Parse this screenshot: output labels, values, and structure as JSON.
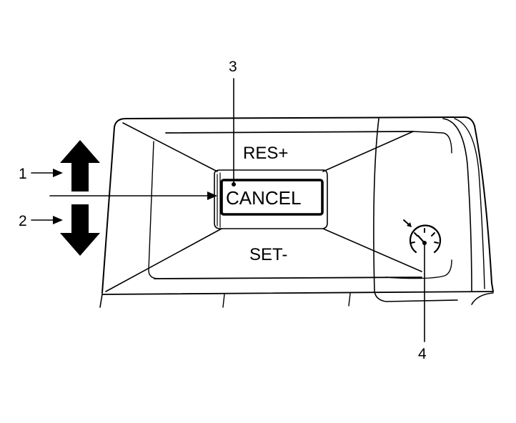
{
  "diagram": {
    "buttons": {
      "res_plus": "RES+",
      "cancel": "CANCEL",
      "set_minus": "SET-"
    },
    "callouts": {
      "c1": "1",
      "c2": "2",
      "c3": "3",
      "c4": "4"
    },
    "icons": {
      "speed_limiter": "speedometer-icon",
      "up_arrow": "up-arrow-icon",
      "down_arrow": "down-arrow-icon"
    },
    "colors": {
      "ink": "#000000",
      "background": "#ffffff"
    }
  }
}
